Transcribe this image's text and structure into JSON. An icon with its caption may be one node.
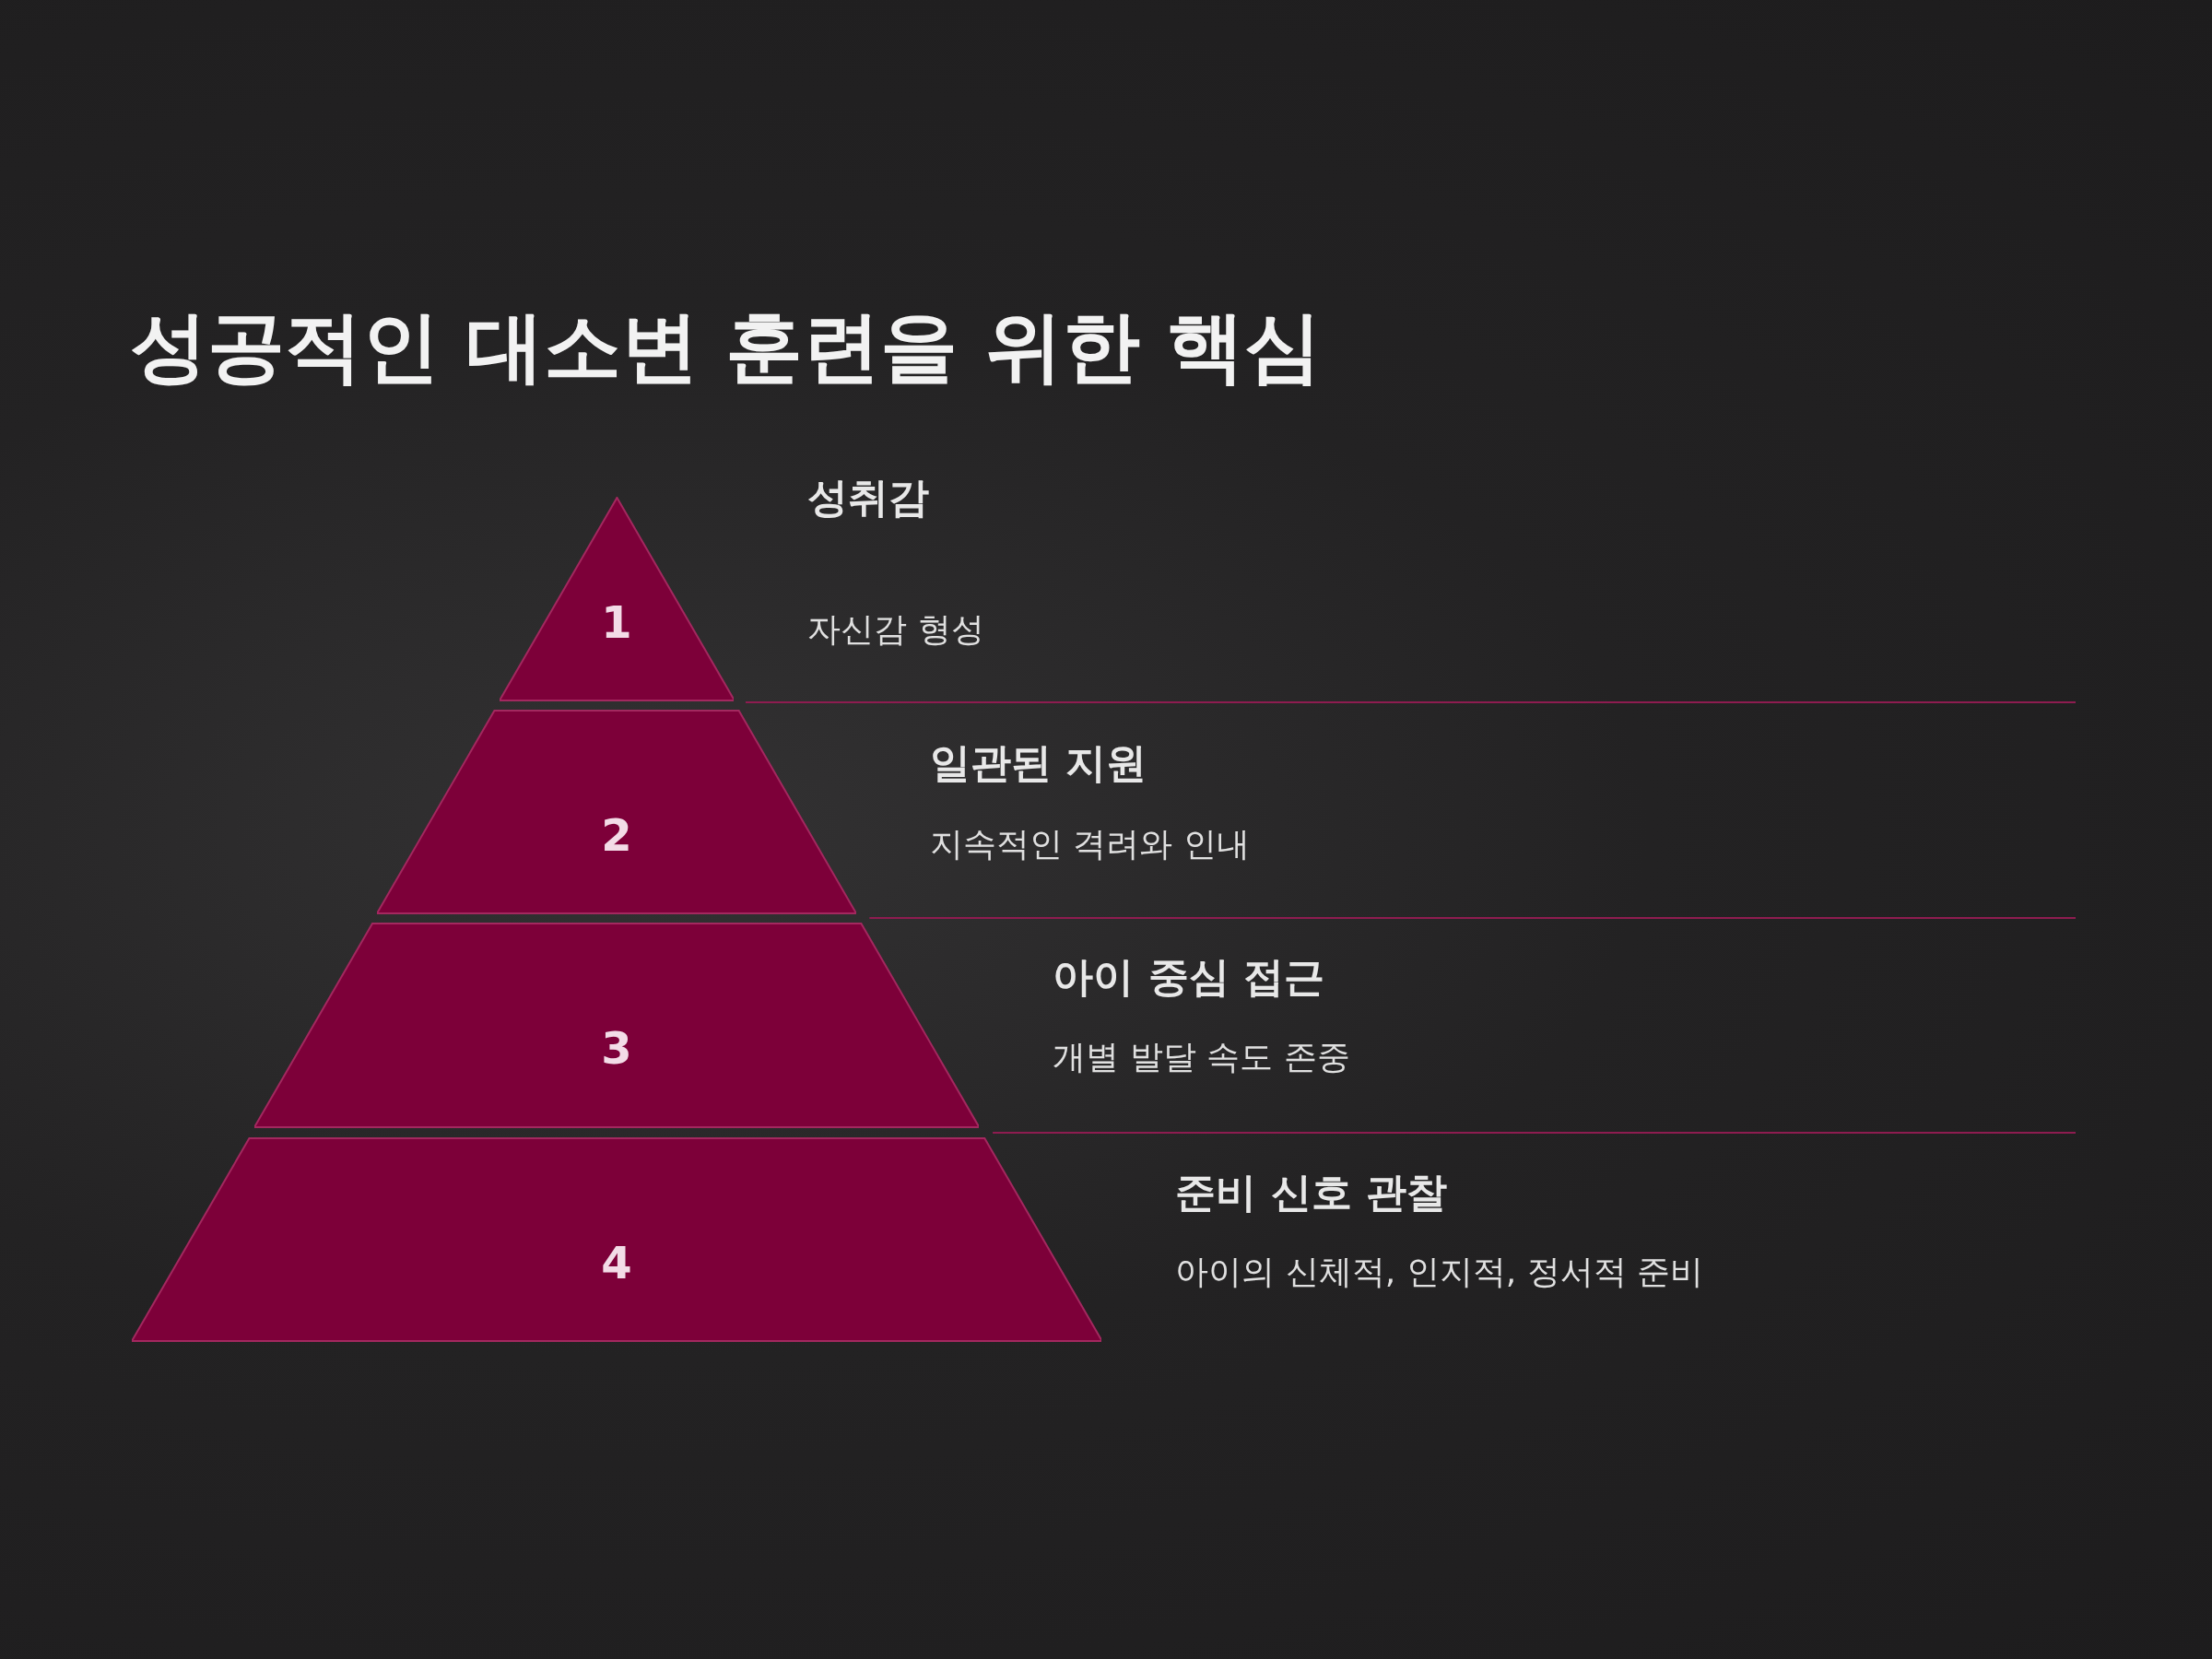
{
  "diagram": {
    "title": "성공적인 대소변 훈련을 위한 핵심",
    "nodes": [
      {
        "text": [
          "1"
        ],
        "beside": [
          "성취감",
          "자신감 형성"
        ]
      },
      {
        "text": [
          "2"
        ],
        "beside": [
          "일관된 지원",
          "지속적인 격려와 인내"
        ]
      },
      {
        "text": [
          "3"
        ],
        "beside": [
          "아이 중심 접근",
          "개별 발달 속도 존중"
        ]
      },
      {
        "text": [
          "4"
        ],
        "beside": [
          "준비 신호 관찰",
          "아이의 신체적, 인지적, 정서적 준비"
        ]
      }
    ]
  }
}
